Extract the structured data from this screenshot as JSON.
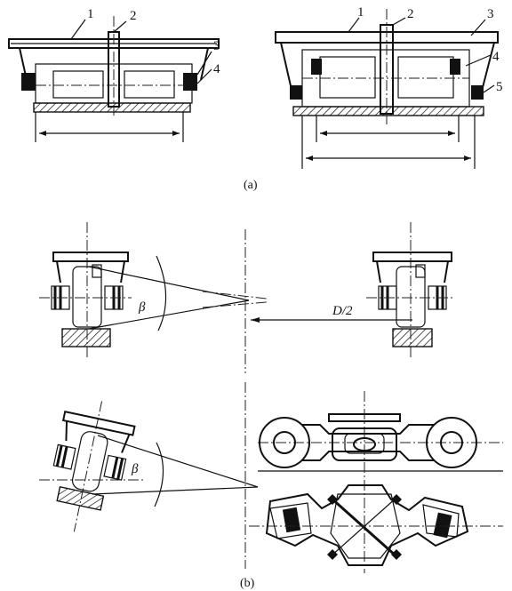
{
  "figure_a": {
    "left_labels": [
      "1",
      "2",
      "3",
      "4"
    ],
    "right_labels": [
      "1",
      "2",
      "3",
      "4",
      "5"
    ],
    "caption": "(a)"
  },
  "figure_b": {
    "angle_symbol_top": "β",
    "angle_symbol_bottom": "β",
    "dimension_label": "D/2",
    "caption": "(b)"
  }
}
